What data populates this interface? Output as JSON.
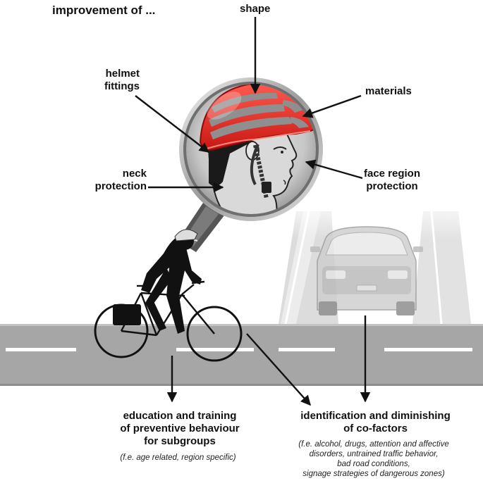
{
  "header": {
    "title": "improvement of ..."
  },
  "labels": {
    "shape": "shape",
    "helmet_fittings_line1": "helmet",
    "helmet_fittings_line2": "fittings",
    "materials": "materials",
    "neck_line1": "neck",
    "neck_line2": "protection",
    "face_line1": "face region",
    "face_line2": "protection"
  },
  "bottom": {
    "education": {
      "line1": "education and training",
      "line2": "of preventive behaviour",
      "line3": "for subgroups",
      "note": "(f.e. age related, region specific)"
    },
    "cofactors": {
      "line1": "identification and diminishing",
      "line2": "of co-factors",
      "note_line1": "(f.e. alcohol, drugs, attention and affective",
      "note_line2": "disorders, untrained traffic behavior,",
      "note_line3": "bad road conditions,",
      "note_line4": "signage strategies of dangerous zones)"
    }
  },
  "colors": {
    "helmet_red": "#e8231e",
    "road_gray": "#a6a6a6",
    "lens_bg": "#c9c9c9",
    "arrow": "#111111"
  },
  "icons": [
    "magnifier-icon",
    "helmet-icon",
    "head-icon",
    "cyclist-icon",
    "car-icon",
    "road-icon"
  ]
}
